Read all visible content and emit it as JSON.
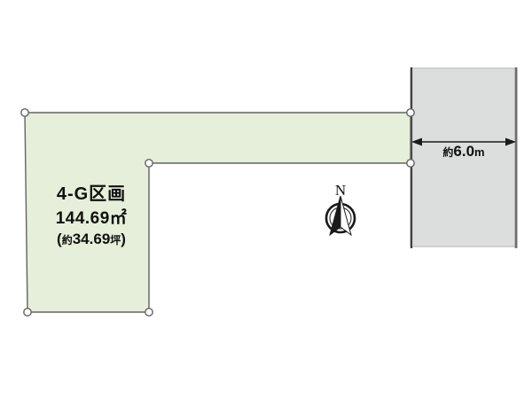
{
  "parcel": {
    "name": "4-G区画",
    "area": "144.69㎡",
    "tsubo_open": "(",
    "tsubo_prefix": "約",
    "tsubo_value": "34.69",
    "tsubo_unit": "坪",
    "tsubo_close": ")"
  },
  "road": {
    "width_prefix": "約",
    "width_value": "6.0",
    "width_unit": "m"
  },
  "compass": {
    "north_label": "N"
  },
  "colors": {
    "background": "#ffffff",
    "parcel_fill": "#e5efda",
    "parcel_stroke": "#636363",
    "road_fill": "#dcdddd",
    "road_edge_left": "#3f3f3f",
    "road_edge_right": "#6e6e6e",
    "road_edge_light": "#c4c5c5",
    "line": "#1a1a1a",
    "text": "#111111"
  }
}
